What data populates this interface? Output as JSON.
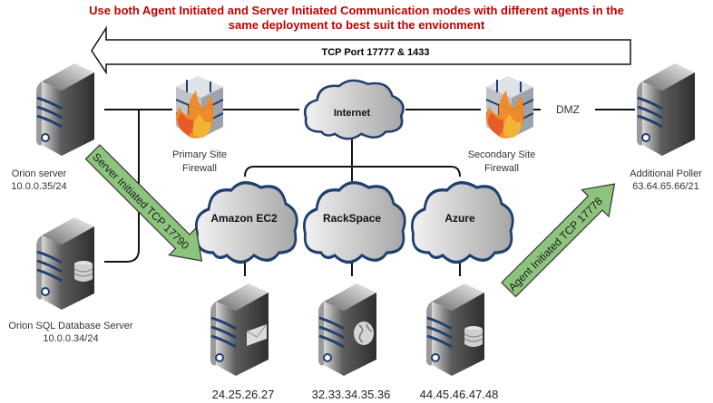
{
  "title_line1": "Use both Agent Initiated and Server Initiated Communication modes with different agents in the",
  "title_line2": "same deployment to best suit the envionment",
  "colors": {
    "title": "#c00000",
    "green_arrow": "#8cc47e",
    "cloud_border": "#1f3f6e",
    "server_stripe": "#1f3f6e"
  },
  "tcp_port_arrow": {
    "label": "TCP Port 17777 & 1433",
    "direction": "left"
  },
  "nodes": {
    "orion_server": {
      "name": "Orion server",
      "ip": "10.0.0.35/24",
      "icon": "server-icon"
    },
    "orion_sql": {
      "name": "Orion SQL Database Server",
      "ip": "10.0.0.34/24",
      "icon": "database-server-icon"
    },
    "primary_firewall": {
      "line1": "Primary Site",
      "line2": "Firewall",
      "icon": "firewall-icon"
    },
    "secondary_firewall": {
      "line1": "Secondary Site",
      "line2": "Firewall",
      "icon": "firewall-icon"
    },
    "additional_poller": {
      "name": "Additional Poller",
      "ip": "63.64.65.66/21",
      "icon": "server-icon"
    },
    "internet": {
      "label": "Internet",
      "icon": "cloud-icon"
    },
    "dmz": {
      "label": "DMZ"
    },
    "amazon": {
      "label": "Amazon EC2",
      "icon": "cloud-icon"
    },
    "rackspace": {
      "label": "RackSpace",
      "icon": "cloud-icon"
    },
    "azure": {
      "label": "Azure",
      "icon": "cloud-icon"
    },
    "agent_mail": {
      "ip": "24.25.26.27",
      "icon": "mail-server-icon"
    },
    "agent_web": {
      "ip": "32.33.34.35.36",
      "icon": "web-server-icon"
    },
    "agent_db": {
      "ip": "44.45.46.47.48",
      "icon": "database-server-icon"
    }
  },
  "green_arrows": {
    "server_initiated": {
      "label": "Server Initiated TCP 17790"
    },
    "agent_initiated": {
      "label": "Agent Initiated TCP 17778"
    }
  }
}
